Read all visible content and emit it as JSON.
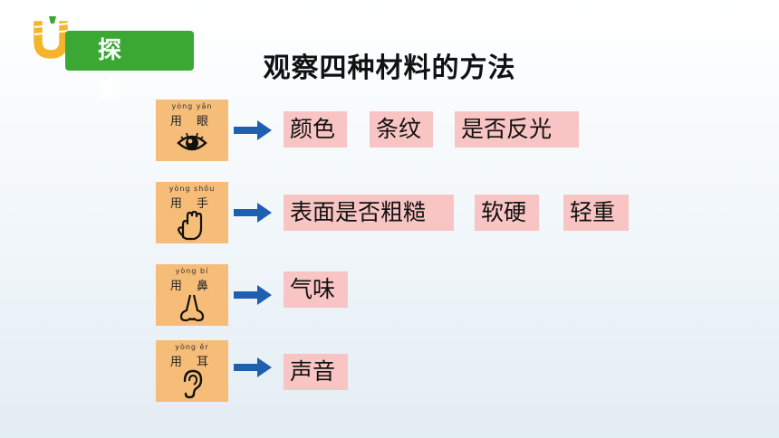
{
  "badge": {
    "label": "探 索"
  },
  "title": "观察四种材料的方法",
  "rows": [
    {
      "pinyin": "yòng yǎn",
      "hanzi": "用 眼",
      "icon": "eye-icon",
      "items": [
        "颜色",
        "条纹",
        "是否反光"
      ]
    },
    {
      "pinyin": "yòng shǒu",
      "hanzi": "用 手",
      "icon": "hand-icon",
      "items": [
        "表面是否粗糙",
        "软硬",
        "轻重"
      ]
    },
    {
      "pinyin": "yòng bí",
      "hanzi": "用 鼻",
      "icon": "nose-icon",
      "items": [
        "气味"
      ]
    },
    {
      "pinyin": "yòng ěr",
      "hanzi": "用 耳",
      "icon": "ear-icon",
      "items": [
        "声音"
      ]
    }
  ],
  "colors": {
    "badge_green": "#3aa832",
    "card_orange": "#f6bd79",
    "chip_pink": "#f9c5c4",
    "arrow_blue": "#1f5fb0"
  }
}
